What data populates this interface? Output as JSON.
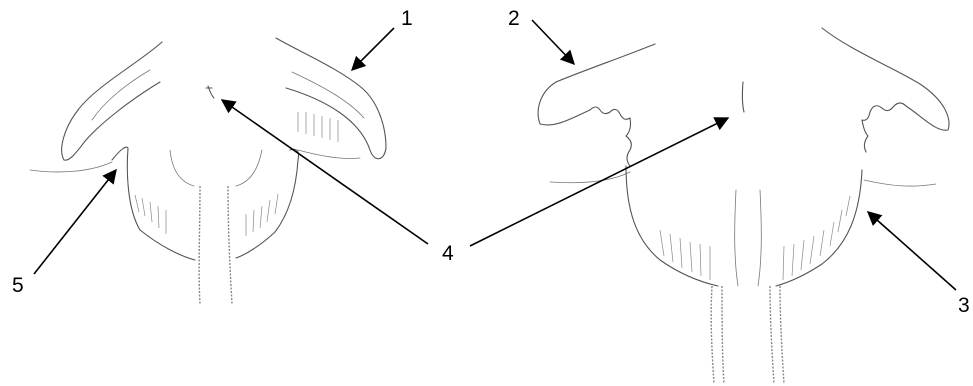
{
  "labels": {
    "one": "1",
    "two": "2",
    "three": "3",
    "four": "4",
    "five": "5"
  },
  "colors": {
    "ink": "#000000",
    "sketch": "#555555",
    "background": "#ffffff"
  }
}
